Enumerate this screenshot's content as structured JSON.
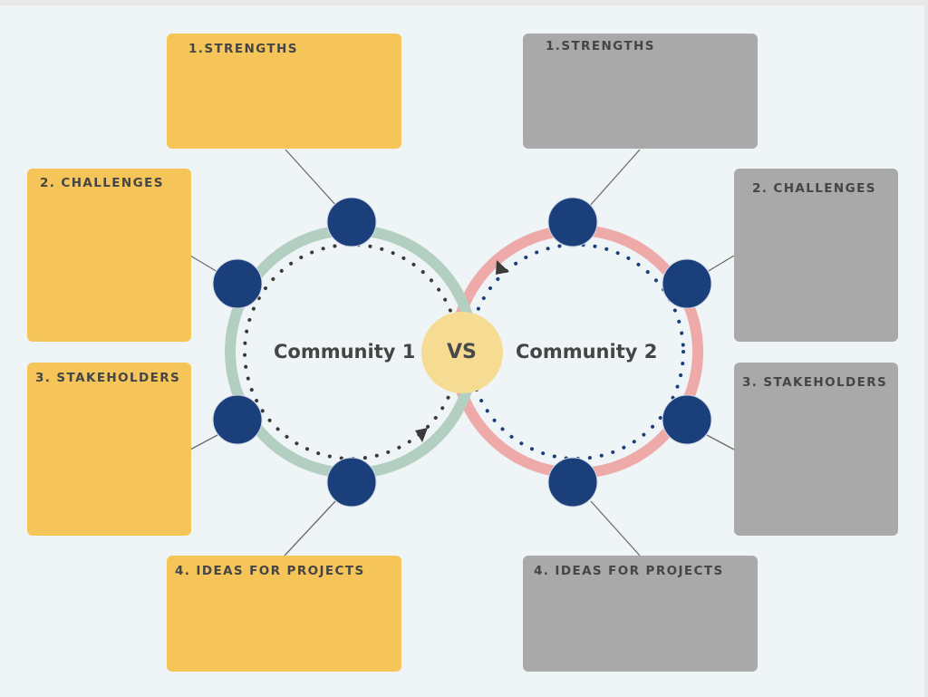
{
  "diagram": {
    "title_left": "Community 1",
    "title_right": "Community 2",
    "vs_label": "VS",
    "colors": {
      "background": "#eff5f6",
      "left_box": "#f5c55a",
      "right_box": "#a9a9a9",
      "left_ring": "#b3cfc1",
      "right_ring": "#eeaaa8",
      "node": "#1b3f7a",
      "vs_circle": "#f5dc92",
      "left_dots": "#3a3a3a",
      "right_dots": "#1b3f7a"
    },
    "left_boxes": [
      {
        "label": "1.STRENGTHS"
      },
      {
        "label": "2. CHALLENGES"
      },
      {
        "label": "3. STAKEHOLDERS"
      },
      {
        "label": "4. IDEAS FOR PROJECTS"
      }
    ],
    "right_boxes": [
      {
        "label": "1.STRENGTHS"
      },
      {
        "label": "2. CHALLENGES"
      },
      {
        "label": "3. STAKEHOLDERS"
      },
      {
        "label": "4. IDEAS FOR PROJECTS"
      }
    ]
  }
}
